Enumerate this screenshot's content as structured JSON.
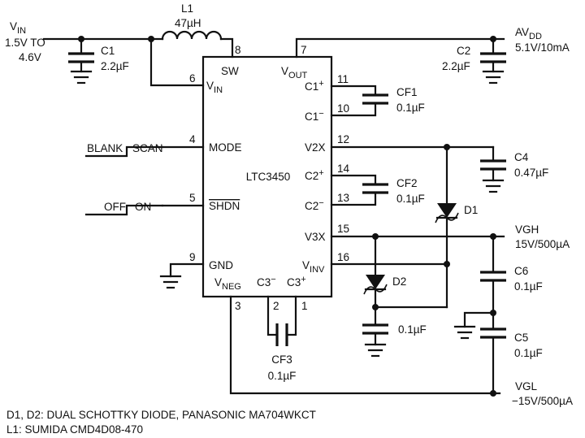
{
  "input": {
    "label": "V",
    "label_sub": "IN",
    "range_line1": "1.5V TO",
    "range_line2": "4.6V"
  },
  "inductor": {
    "name": "L1",
    "value": "47µH"
  },
  "caps": {
    "c1": {
      "name": "C1",
      "value": "2.2µF"
    },
    "c2": {
      "name": "C2",
      "value": "2.2µF"
    },
    "cf1": {
      "name": "CF1",
      "value": "0.1µF"
    },
    "cf2": {
      "name": "CF2",
      "value": "0.1µF"
    },
    "cf3": {
      "name": "CF3",
      "value": "0.1µF"
    },
    "c4": {
      "name": "C4",
      "value": "0.47µF"
    },
    "c5": {
      "name": "C5",
      "value": "0.1µF"
    },
    "c6": {
      "name": "C6",
      "value": "0.1µF"
    },
    "d2cap": {
      "value": "0.1µF"
    }
  },
  "ic": {
    "name": "LTC3450",
    "pins": {
      "sw": {
        "num": "8",
        "label": "SW"
      },
      "vin": {
        "num": "6",
        "label": "V",
        "sub": "IN"
      },
      "mode": {
        "num": "4",
        "label": "MODE"
      },
      "shdn": {
        "num": "5",
        "label": "SHDN"
      },
      "gnd": {
        "num": "9",
        "label": "GND"
      },
      "vneg": {
        "num": "3",
        "label": "V",
        "sub": "NEG"
      },
      "c3m": {
        "num": "2",
        "label": "C3",
        "sup": "−"
      },
      "c3p": {
        "num": "1",
        "label": "C3",
        "sup": "+"
      },
      "vout": {
        "num": "7",
        "label": "V",
        "sub": "OUT"
      },
      "c1p": {
        "num": "11",
        "label": "C1",
        "sup": "+"
      },
      "c1m": {
        "num": "10",
        "label": "C1",
        "sup": "−"
      },
      "v2x": {
        "num": "12",
        "label": "V2X"
      },
      "c2p": {
        "num": "14",
        "label": "C2",
        "sup": "+"
      },
      "c2m": {
        "num": "13",
        "label": "C2",
        "sup": "−"
      },
      "v3x": {
        "num": "15",
        "label": "V3X"
      },
      "vinv": {
        "num": "16",
        "label": "V",
        "sub": "INV"
      }
    }
  },
  "switches": {
    "mode": {
      "left": "BLANK",
      "right": "SCAN"
    },
    "shdn": {
      "left": "OFF",
      "right": "ON"
    }
  },
  "outputs": {
    "avdd": {
      "label": "AV",
      "label_sub": "DD",
      "value": "5.1V/10mA"
    },
    "vgh": {
      "label": "VGH",
      "value": "15V/500µA"
    },
    "vgl": {
      "label": "VGL",
      "value": "−15V/500µA"
    }
  },
  "diodes": {
    "d1": "D1",
    "d2": "D2"
  },
  "notes": {
    "line1": "D1, D2: DUAL SCHOTTKY DIODE, PANASONIC MA704WKCT",
    "line2": "L1: SUMIDA CMD4D08-470"
  }
}
